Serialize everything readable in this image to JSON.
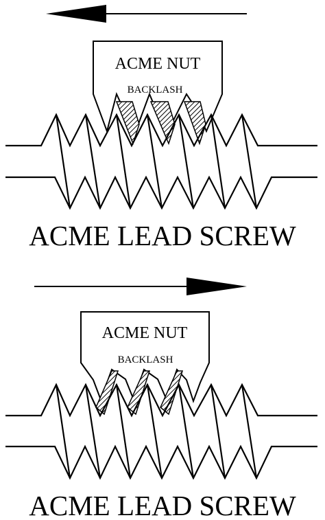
{
  "diagrams": [
    {
      "direction": "left",
      "nut_label": "ACME NUT",
      "backlash_label": "BACKLASH",
      "screw_label": "ACME LEAD SCREW"
    },
    {
      "direction": "right",
      "nut_label": "ACME NUT",
      "backlash_label": "BACKLASH",
      "screw_label": "ACME LEAD SCREW"
    }
  ],
  "colors": {
    "stroke": "#000000",
    "background": "#ffffff"
  }
}
